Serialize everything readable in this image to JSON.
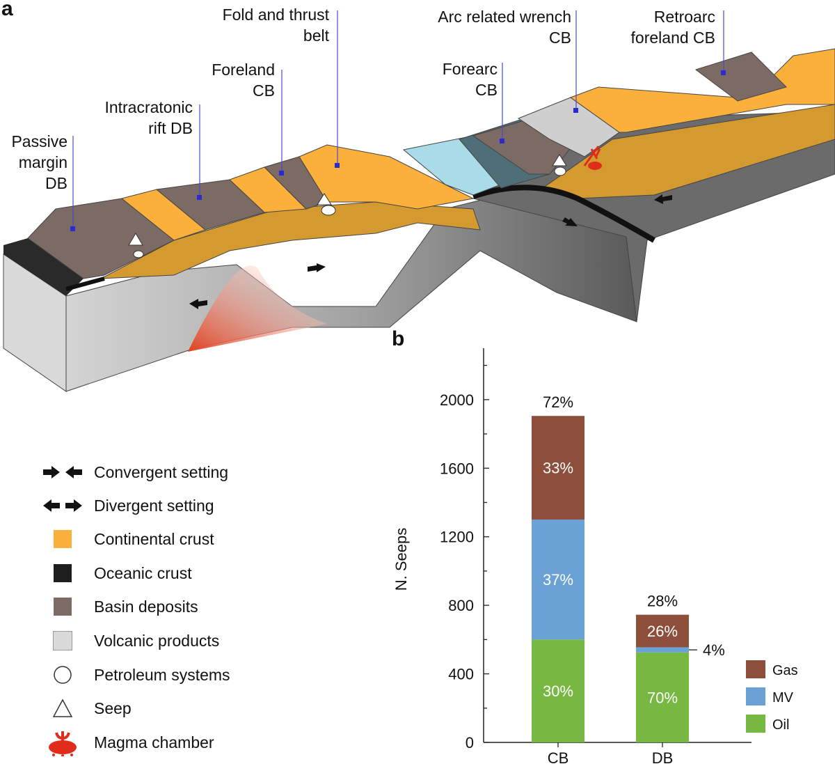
{
  "panel_a": {
    "letter": "a",
    "labels": {
      "passive_margin": [
        "Passive",
        "margin",
        "DB"
      ],
      "intracratonic": [
        "Intracratonic",
        "rift DB"
      ],
      "foreland": [
        "Foreland",
        "CB"
      ],
      "fold_thrust": [
        "Fold and thrust",
        "belt"
      ],
      "forearc": [
        "Forearc",
        "CB"
      ],
      "arc_wrench": [
        "Arc related wrench",
        "CB"
      ],
      "retroarc": [
        "Retroarc",
        "foreland CB"
      ]
    }
  },
  "legend": {
    "items": [
      {
        "label": "Convergent setting",
        "icon": "convergent-arrows-icon"
      },
      {
        "label": "Divergent setting",
        "icon": "divergent-arrows-icon"
      },
      {
        "label": "Continental crust",
        "color": "#fbb03b"
      },
      {
        "label": "Oceanic crust",
        "color": "#1e1e1e"
      },
      {
        "label": "Basin deposits",
        "color": "#7c6a64"
      },
      {
        "label": "Volcanic products",
        "color": "#d9d9d9"
      },
      {
        "label": "Petroleum systems",
        "icon": "circle-icon"
      },
      {
        "label": "Seep",
        "icon": "triangle-icon"
      },
      {
        "label": "Magma chamber",
        "icon": "magma-chamber-icon"
      }
    ]
  },
  "panel_b": {
    "letter": "b"
  },
  "chart_data": {
    "type": "bar",
    "stacked": true,
    "categories": [
      "CB",
      "DB"
    ],
    "series": [
      {
        "name": "Oil",
        "color": "#77b843",
        "values": [
          600,
          525
        ],
        "labels": [
          "30%",
          "70%"
        ]
      },
      {
        "name": "MV",
        "color": "#6aa2d6",
        "values": [
          700,
          30
        ],
        "labels": [
          "37%",
          "4%"
        ]
      },
      {
        "name": "Gas",
        "color": "#8d4e3c",
        "values": [
          605,
          190
        ],
        "labels": [
          "33%",
          "26%"
        ]
      }
    ],
    "totals_labels": [
      "72%",
      "28%"
    ],
    "ylabel": "N. Seeps",
    "ylim": [
      0,
      2300
    ],
    "yticks": [
      0,
      400,
      800,
      1200,
      1600,
      2000
    ],
    "legend_order": [
      "Gas",
      "MV",
      "Oil"
    ],
    "legend_position": "bottom-right"
  }
}
